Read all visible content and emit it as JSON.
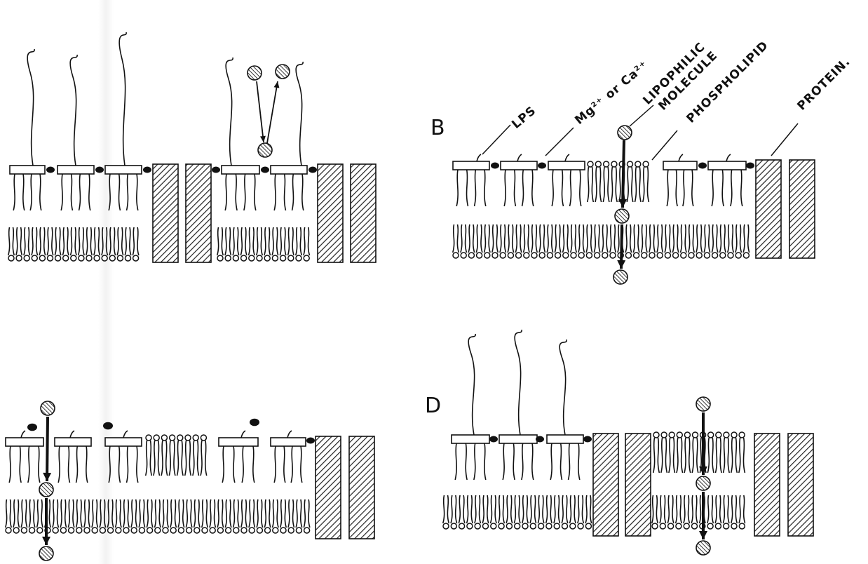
{
  "panels": [
    {
      "id": "A",
      "letter": ""
    },
    {
      "id": "B",
      "letter": "B"
    },
    {
      "id": "C",
      "letter": ""
    },
    {
      "id": "D",
      "letter": "D"
    }
  ],
  "labels": {
    "lps": "LPS",
    "cation": "Mg²⁺ or Ca²⁺",
    "lipophilic_line1": "LIPOPHILIC",
    "lipophilic_line2": "MOLECULE",
    "phospholipid": "PHOSPHOLIPID",
    "protein": "PROTEIN."
  },
  "colors": {
    "ink": "#111111",
    "background": "#ffffff",
    "hatch": "#222222"
  },
  "icons": {
    "molecule": "hatched-circle-icon",
    "cation": "filled-dot-icon",
    "protein": "hatched-rectangle-icon",
    "lipid_head": "open-circle-icon"
  }
}
